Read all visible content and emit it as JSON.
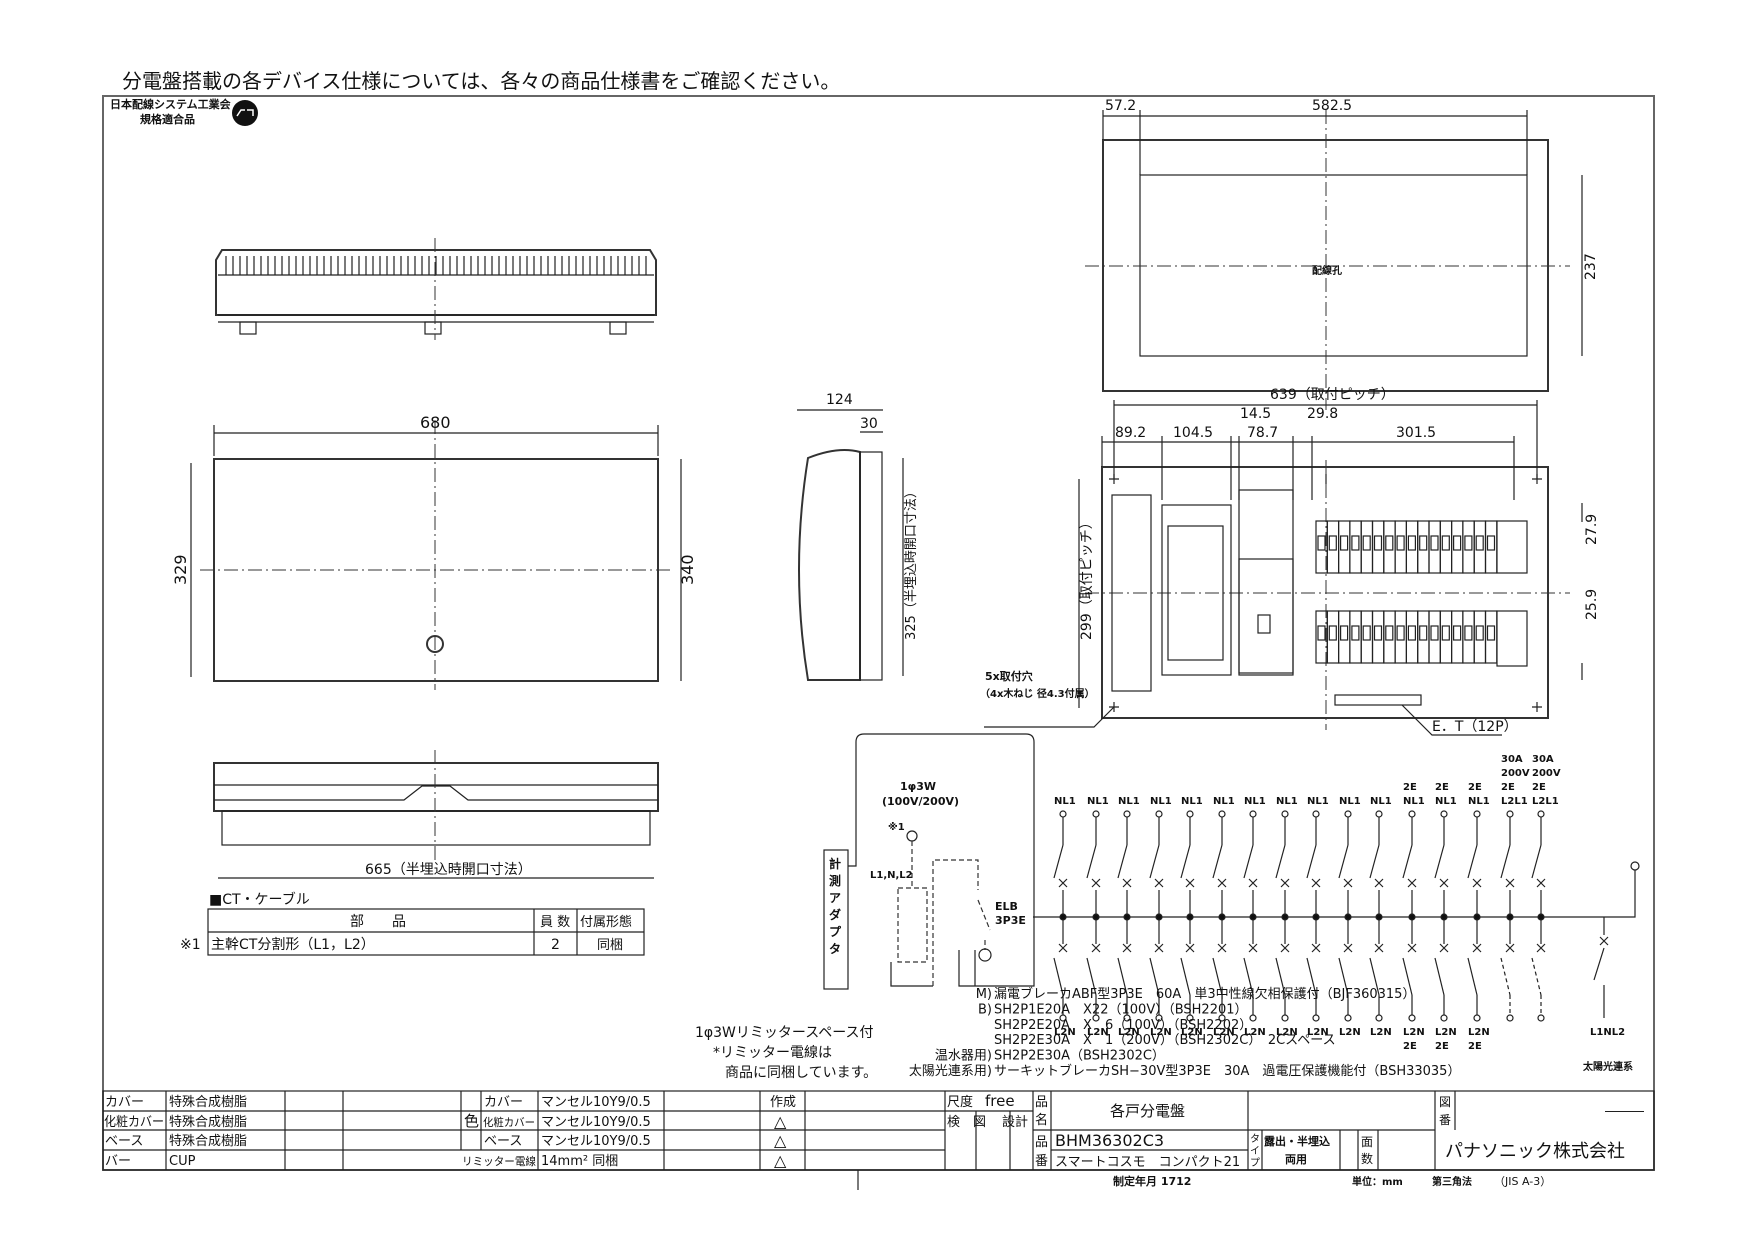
{
  "notice": "分電盤搭載の各デバイス仕様については、各々の商品仕様書をご確認ください。",
  "certification": {
    "line1": "日本配線システム工業会",
    "line2": "規格適合品",
    "mark": "JW"
  },
  "dimensions": {
    "front_width": "680",
    "front_height_left": "329",
    "front_height_right": "340",
    "bottom_width": "665（半埋込時開口寸法）",
    "side_depth": "124",
    "side_flange": "30",
    "side_height": "325（半埋込時開口寸法）",
    "hole_offset": "57.2",
    "hole_width": "582.5",
    "hole_height": "237",
    "hole_label": "配線孔",
    "pitch_width": "639（取付ピッチ）",
    "d1": "89.2",
    "d2": "104.5",
    "d3": "14.5",
    "d4": "78.7",
    "d5": "29.8",
    "d6": "301.5",
    "pitch_height": "299（取付ピッチ）",
    "r1": "27.9",
    "r2": "25.9",
    "holes_label1": "5x取付穴",
    "holes_label2": "（4x木ねじ 径4.3付属）",
    "et_label": "E．T（12P）"
  },
  "ct_table": {
    "title": "■CT・ケーブル",
    "headers": [
      "部　　品",
      "員 数",
      "付属形態"
    ],
    "rows": [
      {
        "mark": "※1",
        "part": "主幹CT分割形（L1，L2）",
        "qty": "2",
        "form": "同梱"
      }
    ]
  },
  "schematic": {
    "adapter": "計測アダプタ",
    "supply1": "1φ3W",
    "supply2": "(100V/200V)",
    "note": "※1",
    "phases": "L1,N,L2",
    "elb1": "ELB",
    "elb2": "3P3E",
    "branches": [
      {
        "top": [
          "NL1"
        ],
        "bottom": [
          "L2N"
        ]
      },
      {
        "top": [
          "NL1"
        ],
        "bottom": [
          "L2N"
        ]
      },
      {
        "top": [
          "NL1"
        ],
        "bottom": [
          "L2N"
        ]
      },
      {
        "top": [
          "NL1"
        ],
        "bottom": [
          "L2N"
        ]
      },
      {
        "top": [
          "NL1"
        ],
        "bottom": [
          "L2N"
        ]
      },
      {
        "top": [
          "NL1"
        ],
        "bottom": [
          "L2N"
        ]
      },
      {
        "top": [
          "NL1"
        ],
        "bottom": [
          "L2N"
        ]
      },
      {
        "top": [
          "NL1"
        ],
        "bottom": [
          "L2N"
        ]
      },
      {
        "top": [
          "NL1"
        ],
        "bottom": [
          "L2N"
        ]
      },
      {
        "top": [
          "NL1"
        ],
        "bottom": [
          "L2N"
        ]
      },
      {
        "top": [
          "NL1"
        ],
        "bottom": [
          "L2N"
        ]
      },
      {
        "top": [
          "2E",
          "NL1"
        ],
        "bottom": [
          "L2N",
          "2E"
        ]
      },
      {
        "top": [
          "2E",
          "NL1"
        ],
        "bottom": [
          "L2N",
          "2E"
        ]
      },
      {
        "top": [
          "2E",
          "NL1"
        ],
        "bottom": [
          "L2N",
          "2E"
        ]
      },
      {
        "top": [
          "30A",
          "200V",
          "2E",
          "L2L1"
        ],
        "bottom": []
      },
      {
        "top": [
          "30A",
          "200V",
          "2E",
          "L2L1"
        ],
        "bottom": []
      }
    ],
    "solar_bottom": "L1NL2",
    "solar_label": "太陽光連系"
  },
  "limiter_note": [
    "1φ3Wリミッタースペース付",
    "*リミッター電線は",
    "商品に同梱しています。"
  ],
  "specs": [
    {
      "prefix": "M)",
      "text": "漏電ブレーカABF型3P3E　60A　単3中性線欠相保護付（BJF360315）"
    },
    {
      "prefix": "B)",
      "text": "SH2P1E20A　X22（100V）（BSH2201）"
    },
    {
      "prefix": "",
      "text": "SH2P2E20A　X　6（100V）（BSH2202）"
    },
    {
      "prefix": "",
      "text": "SH2P2E30A　X　1（200V）（BSH2302C）　2Cスペース"
    },
    {
      "prefix": "温水器用)",
      "text": "SH2P2E30A（BSH2302C）"
    },
    {
      "prefix": "太陽光連系用)",
      "text": "サーキットブレーカSH−30V型3P3E　30A　過電圧保護機能付（BSH33035）"
    }
  ],
  "title_block": {
    "materials": [
      {
        "part": "カバー",
        "material": "特殊合成樹脂"
      },
      {
        "part": "化粧カバー",
        "material": "特殊合成樹脂"
      },
      {
        "part": "ベース",
        "material": "特殊合成樹脂"
      },
      {
        "part": "バー",
        "material": "CUP"
      }
    ],
    "color_label": "色",
    "colors": [
      {
        "part": "カバー",
        "value": "マンセル10Y9/0.5"
      },
      {
        "part": "化粧カバー",
        "value": "マンセル10Y9/0.5"
      },
      {
        "part": "ベース",
        "value": "マンセル10Y9/0.5"
      }
    ],
    "limiter_label": "リミッター電線",
    "limiter_value": "14mm² 同梱",
    "created_label": "作成",
    "revision_marks": [
      "△",
      "△",
      "△"
    ],
    "scale_label": "尺度",
    "scale_value": "free",
    "check_label": "検　図",
    "design_label": "設計",
    "name_label": "品名",
    "product_name": "各戸分電盤",
    "number_label": "品番",
    "product_number": "BHM36302C3",
    "series": "スマートコスモ　コンパクト21",
    "type_label": "タイプ",
    "type_value1": "露出・半埋込",
    "type_value2": "両用",
    "faces_label": "面数",
    "drawing_no_label": "図番",
    "drawing_no": "―――",
    "company": "パナソニック株式会社",
    "established": "制定年月 1712",
    "unit": "単位：mm",
    "projection": "第三角法",
    "standard": "（JIS A-3）"
  }
}
